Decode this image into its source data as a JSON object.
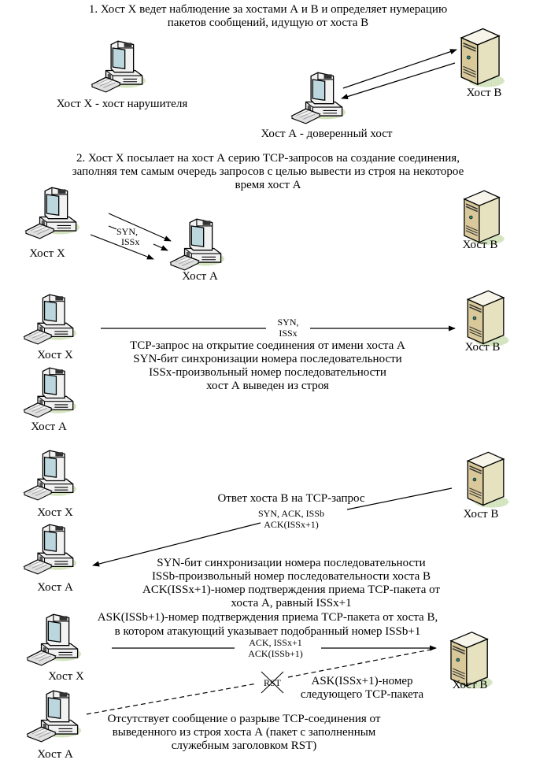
{
  "colors": {
    "line": "#000000",
    "monitor_body": "#f2f2f2",
    "screen": "#bcd6de",
    "server_front": "#d9c99a",
    "server_side": "#e6e2c0",
    "shadow": "#cfe0b8"
  },
  "section1": {
    "title_line1": "1. Хост Х ведет наблюдение за хостами А и В и определяет нумерацию",
    "title_line2": "пакетов сообщений, идущую от хоста В",
    "host_x_label": "Хост Х - хост нарушителя",
    "host_a_label": "Хост А - доверенный хост",
    "host_b_label": "Хост В",
    "icons": {
      "host_x": "workstation-icon",
      "host_a": "workstation-icon",
      "host_b": "server-icon"
    }
  },
  "section2": {
    "title_line1": "2. Хост Х посылает на хост А серию TCP-запросов на создание соединения,",
    "title_line2": "заполняя тем самым очередь запросов с целью вывести из строя на некоторое",
    "title_line3": "время хост А",
    "packet_line1": "SYN,",
    "packet_line2": "ISSx",
    "host_x_label": "Хост Х",
    "host_a_label": "Хост А",
    "host_b_label": "Хост В"
  },
  "section3": {
    "packet_line1": "SYN,",
    "packet_line2": "ISSx",
    "desc_line1": "TCP-запрос на открытие соединения от имени хоста А",
    "desc_line2": "SYN-бит синхронизации номера последовательности",
    "desc_line3": "ISSx-произвольный номер последовательности",
    "desc_line4": "хост А выведен из строя",
    "host_x_label": "Хост Х",
    "host_a_label": "Хост А",
    "host_b_label": "Хост В"
  },
  "section4": {
    "caption": "Ответ хоста В на TCP-запрос",
    "packet_line1": "SYN, ACK, ISSb",
    "packet_line2": "ACK(ISSx+1)",
    "desc_line1": "SYN-бит синхронизации номера последовательности",
    "desc_line2": "ISSb-произвольный номер последовательности хоста В",
    "desc_line3": "ACK(ISSx+1)-номер подтверждения приема TCP-пакета от",
    "desc_line4": "хоста А, равный ISSx+1",
    "host_x_label": "Хост Х",
    "host_a_label": "Хост А",
    "host_b_label": "Хост В"
  },
  "section5": {
    "top_line1": "ASK(ISSb+1)-номер подтверждения приема TCP-пакета от хоста В,",
    "top_line2": "в котором атакующий указывает подобранный номер ISSb+1",
    "packet_line1": "ACK, ISSx+1",
    "packet_line2": "ACK(ISSb+1)",
    "rst_label": "RST",
    "next_line1": "ASK(ISSx+1)-номер",
    "next_line2": "следующего TCP-пакета",
    "bottom_line1": "Отсутствует сообщение о разрыве TCP-соединения от",
    "bottom_line2": "выведенного из строя хоста А (пакет с заполненным",
    "bottom_line3": "служебным заголовком RST)",
    "host_x_label": "Хост Х",
    "host_a_label": "Хост А",
    "host_b_label": "Хост В"
  }
}
